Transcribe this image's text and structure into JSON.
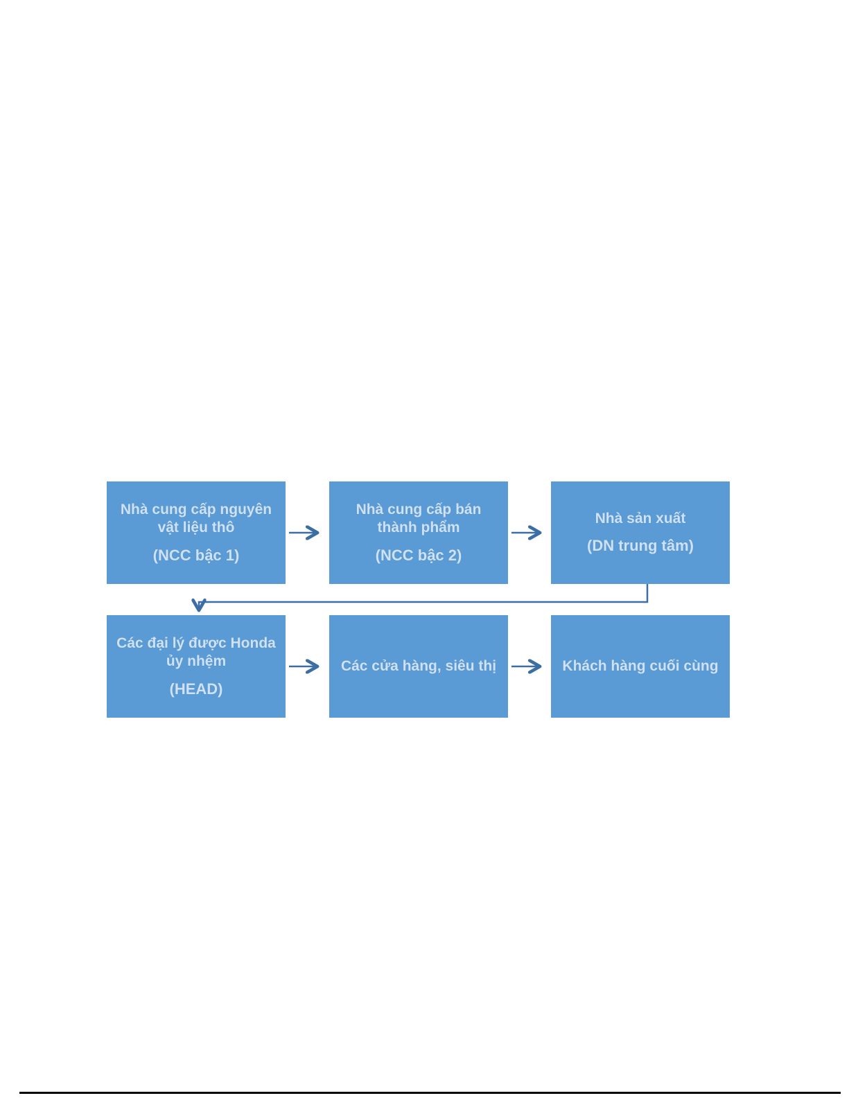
{
  "diagram": {
    "description": "Supply chain flow diagram (Honda distribution channel)",
    "nodes": [
      {
        "id": "raw-material-supplier",
        "main": "Nhà cung cấp nguyên vật liệu thô",
        "sub": "(NCC bậc 1)"
      },
      {
        "id": "semi-finished-supplier",
        "main": "Nhà cung cấp bán thành phẩm",
        "sub": "(NCC bậc 2)"
      },
      {
        "id": "manufacturer",
        "main": "Nhà sản xuất",
        "sub": "(DN trung tâm)"
      },
      {
        "id": "honda-authorized-dealers",
        "main": "Các đại lý được Honda ủy nhệm",
        "sub": "(HEAD)"
      },
      {
        "id": "stores-supermarkets",
        "main": "Các cửa hàng, siêu thị",
        "sub": ""
      },
      {
        "id": "end-customers",
        "main": "Khách hàng cuối cùng",
        "sub": ""
      }
    ],
    "flow": [
      "raw-material-supplier -> semi-finished-supplier",
      "semi-finished-supplier -> manufacturer",
      "manufacturer -> honda-authorized-dealers",
      "honda-authorized-dealers -> stores-supermarkets",
      "stores-supermarkets -> end-customers"
    ],
    "colors": {
      "node_fill": "#5b9bd5",
      "node_text": "#cfe2f4",
      "arrow": "#3a6ea5",
      "bottom_rule": "#000000",
      "background": "#ffffff"
    }
  }
}
